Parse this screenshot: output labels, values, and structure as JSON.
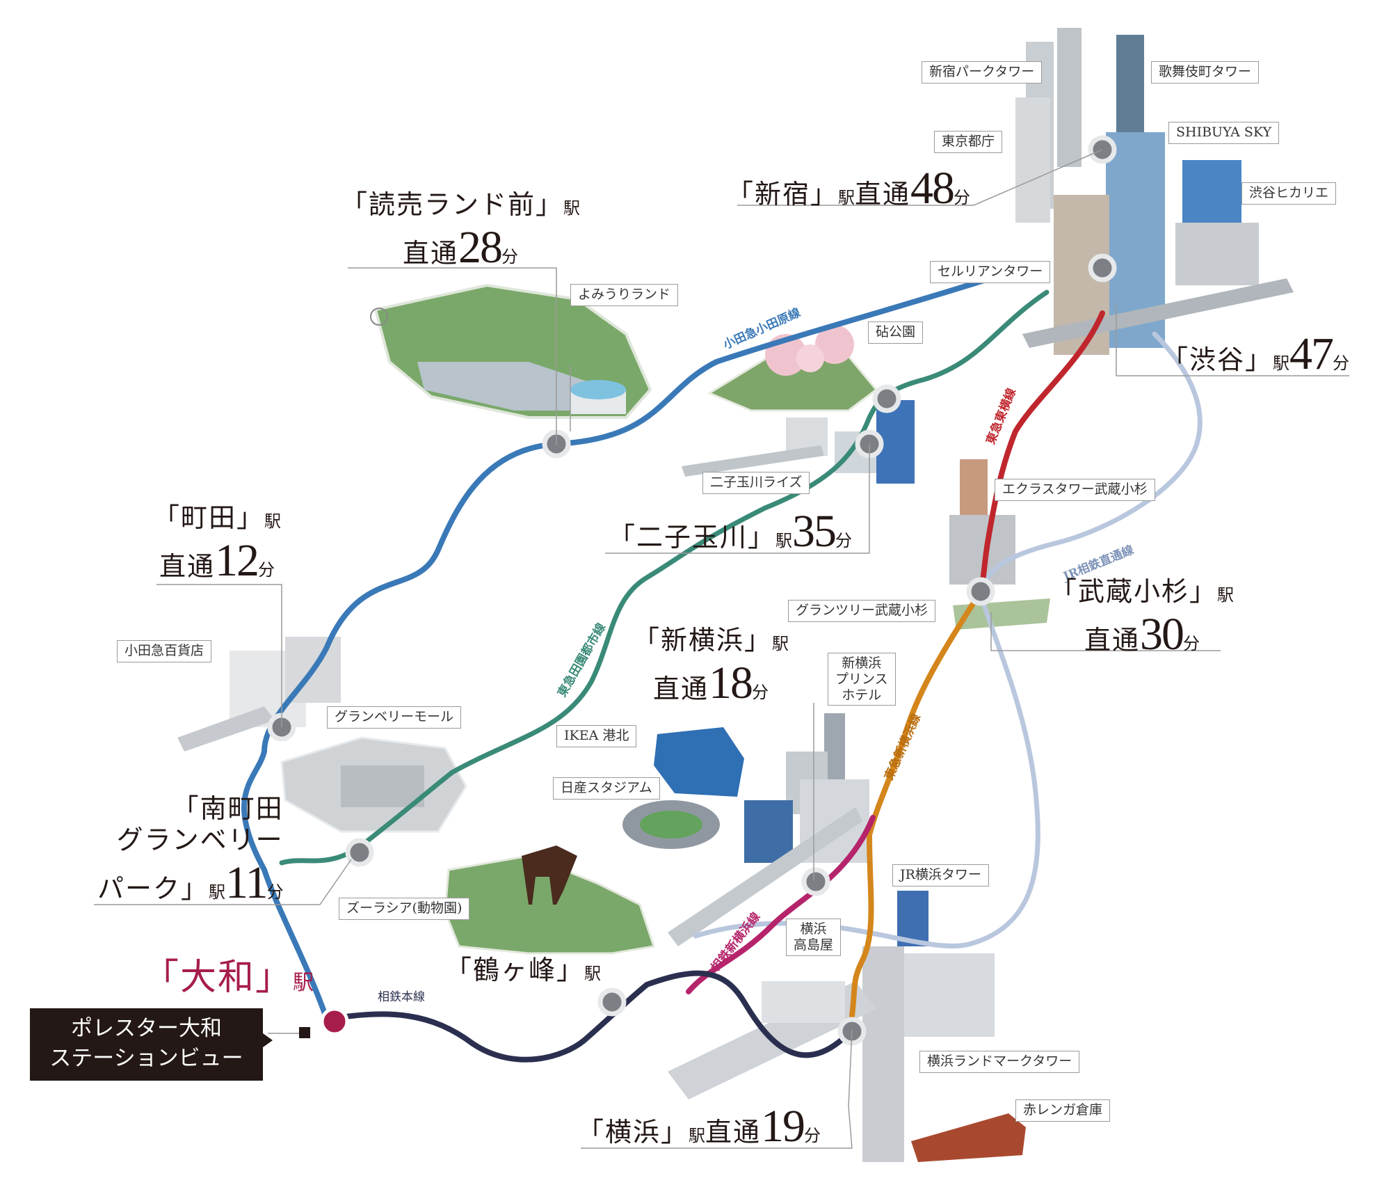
{
  "home": {
    "line1": "ポレスター大和",
    "line2": "ステーションビュー"
  },
  "stations": {
    "yamato": {
      "open": "「",
      "name": "大和",
      "close": "」",
      "eki": "駅"
    },
    "yomiuri": {
      "name": "「読売ランド前」",
      "eki": "駅",
      "direct": "直通",
      "minutes": "28",
      "fun": "分"
    },
    "shinjuku": {
      "name": "「新宿」",
      "eki": "駅",
      "direct": "直通",
      "minutes": "48",
      "fun": "分"
    },
    "shibuya": {
      "name": "「渋谷」",
      "eki": "駅",
      "minutes": "47",
      "fun": "分"
    },
    "machida": {
      "name": "「町田」",
      "eki": "駅",
      "direct": "直通",
      "minutes": "12",
      "fun": "分"
    },
    "futako": {
      "name": "「二子玉川」",
      "eki": "駅",
      "minutes": "35",
      "fun": "分"
    },
    "musashikosugi": {
      "name": "「武蔵小杉」",
      "eki": "駅",
      "direct": "直通",
      "minutes": "30",
      "fun": "分"
    },
    "shinyokohama": {
      "name": "「新横浜」",
      "eki": "駅",
      "direct": "直通",
      "minutes": "18",
      "fun": "分"
    },
    "minamimachida": {
      "l1": "「南町田",
      "l2": "グランベリー",
      "l3": "パーク」",
      "eki": "駅",
      "minutes": "11",
      "fun": "分"
    },
    "tsurugamine": {
      "name": "「鶴ヶ峰」",
      "eki": "駅"
    },
    "yokohama": {
      "name": "「横浜」",
      "eki": "駅",
      "direct": "直通",
      "minutes": "19",
      "fun": "分"
    }
  },
  "landmarks": {
    "shinjuku_park": "新宿パークタワー",
    "kabukicho": "歌舞伎町タワー",
    "tocho": "東京都庁",
    "shibuya_sky": "SHIBUYA SKY",
    "hikarie": "渋谷ヒカリエ",
    "cerulean": "セルリアンタワー",
    "yomiuriland": "よみうりランド",
    "kinuta": "砧公園",
    "futako_rise": "二子玉川ライズ",
    "excelas": "エクラスタワー武蔵小杉",
    "grand_tree": "グランツリー武蔵小杉",
    "odakyu_dept": "小田急百貨店",
    "granberry_mall": "グランベリーモール",
    "prince_hotel_l1": "新横浜",
    "prince_hotel_l2": "プリンス",
    "prince_hotel_l3": "ホテル",
    "ikea": "IKEA 港北",
    "nissan": "日産スタジアム",
    "zoorasia": "ズーラシア(動物園)",
    "jr_tower": "JR横浜タワー",
    "takashimaya_l1": "横浜",
    "takashimaya_l2": "高島屋",
    "landmark_tower": "横浜ランドマークタワー",
    "red_brick": "赤レンガ倉庫"
  },
  "lines": {
    "odakyu": "小田急小田原線",
    "denentoshi": "東急田園都市線",
    "toyoko": "東急東横線",
    "jr_sotetsu": "JR相鉄直通線",
    "tokyu_shinyokohama": "東急新横浜線",
    "sotetsu_shinyokohama": "相鉄新横浜線",
    "sotetsu_main": "相鉄本線"
  },
  "colors": {
    "odakyu": "#3a79b7",
    "denentoshi": "#3a8a78",
    "toyoko": "#c0262d",
    "jr_sotetsu": "#b9c7de",
    "tokyu_shinyokohama": "#d4861c",
    "sotetsu_shinyokohama": "#b5246b",
    "sotetsu_main": "#2b2f4f",
    "yamato": "#a61d4b",
    "home_box": "#231815"
  }
}
